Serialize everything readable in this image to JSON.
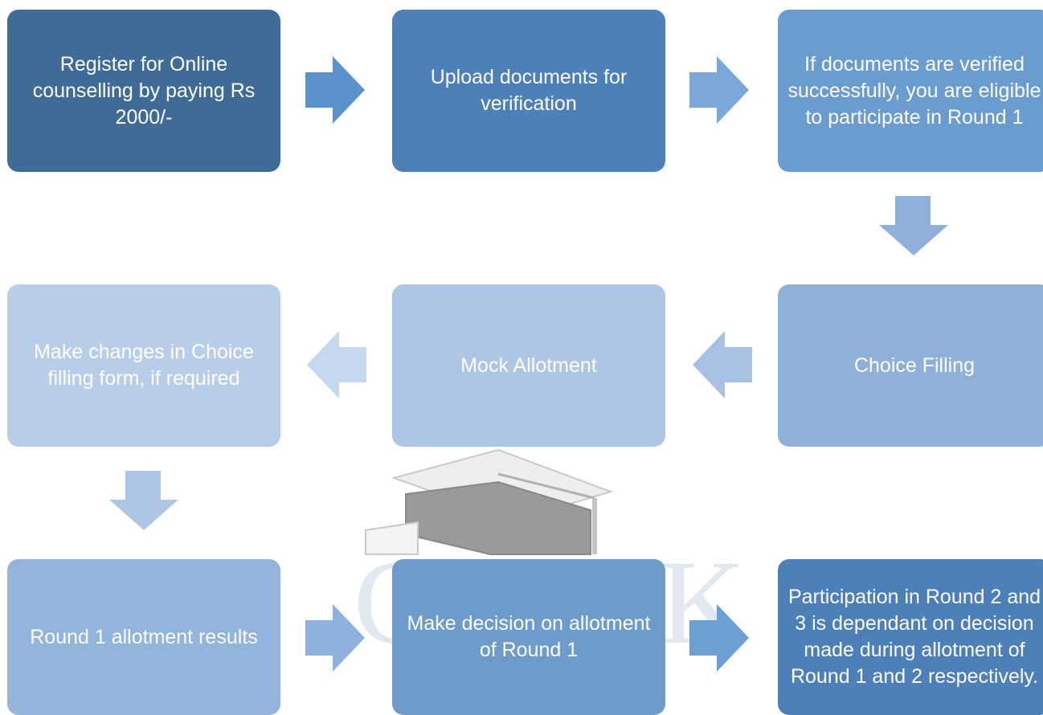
{
  "steps": [
    {
      "text": "Register for Online counselling by paying Rs 2000/-",
      "color": "#3f6c97"
    },
    {
      "text": "Upload documents for verification",
      "color": "#4d7fb8"
    },
    {
      "text": "If documents are verified successfully, you are eligible to participate in Round 1",
      "color": "#6a9ccf"
    },
    {
      "text": "Choice Filling",
      "color": "#8fb1d9"
    },
    {
      "text": "Mock Allotment",
      "color": "#aec6e6"
    },
    {
      "text": "Make changes in Choice filling form, if required",
      "color": "#b8cde8"
    },
    {
      "text": "Round 1 allotment results",
      "color": "#93b4db"
    },
    {
      "text": "Make decision on allotment of Round 1",
      "color": "#6d9bca"
    },
    {
      "text": "Participation in Round 2 and 3  is dependant on decision made during allotment of Round 1 and 2 respectively.",
      "color": "#4d7fb8"
    }
  ],
  "arrow_colors": {
    "a1": "#5b92cc",
    "a2": "#7aa6d8",
    "a3": "#8fb1d9",
    "a4": "#a6c1e3",
    "a5": "#c6d8ee",
    "a6": "#aec6e6",
    "a7": "#8fb1dd",
    "a8": "#6e9fd3"
  },
  "watermark": {
    "color": "#dfe6ee",
    "icon": "graduation-cap-icon"
  }
}
